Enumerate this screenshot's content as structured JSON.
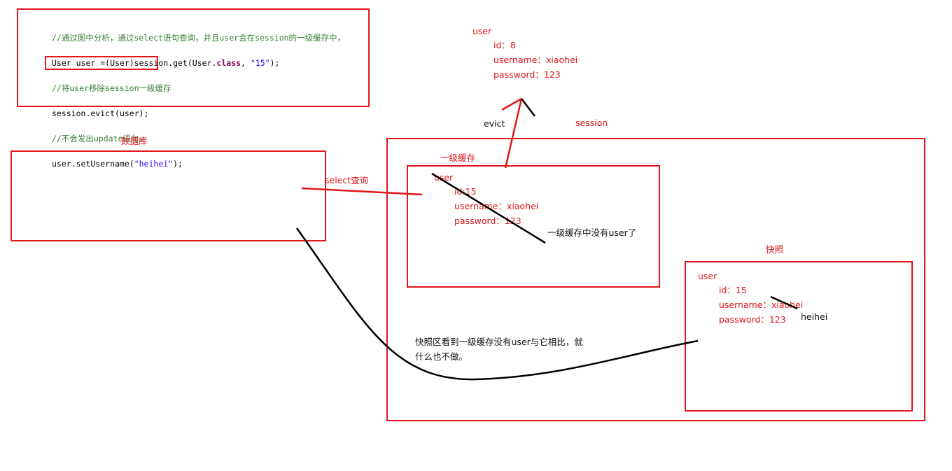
{
  "code_panel": {
    "line1": "//通过图中分析，通过select语句查询，并且user会在session的一级缓存中，",
    "line2_a": "User user =(User)session.get(User.",
    "line2_kw": "class",
    "line2_b": ", ",
    "line2_str": "\"15\"",
    "line2_c": ");",
    "line3": "//将user移除session一级缓存",
    "line4": "session.evict(user);",
    "line5": "//不会发出update语句。",
    "line6_a": "user.setUsername(",
    "line6_str": "\"heihei\"",
    "line6_b": ");"
  },
  "evicted_user": {
    "title": "user",
    "id": "id：8",
    "username": "username：xiaohei",
    "password": "password：123"
  },
  "labels": {
    "evict": "evict",
    "session": "session",
    "database": "数据库",
    "first_level_cache": "一级缓存",
    "select_query": "select查询",
    "cache_empty_note": "一级缓存中没有user了",
    "snapshot": "快照",
    "heihei": "heihei",
    "snapshot_note_line1": "快照区看到一级缓存没有user与它相比，就",
    "snapshot_note_line2": "什么也不做。"
  },
  "cache_user": {
    "title": "user",
    "id": "id:15",
    "username": "username：xiaohei",
    "password": "password：123"
  },
  "snapshot_user": {
    "title": "user",
    "id": "id：15",
    "username": "username：xiaohei",
    "password": "password：123"
  },
  "colors": {
    "accent_red": "#e0161c",
    "stroke_black": "#000000"
  }
}
